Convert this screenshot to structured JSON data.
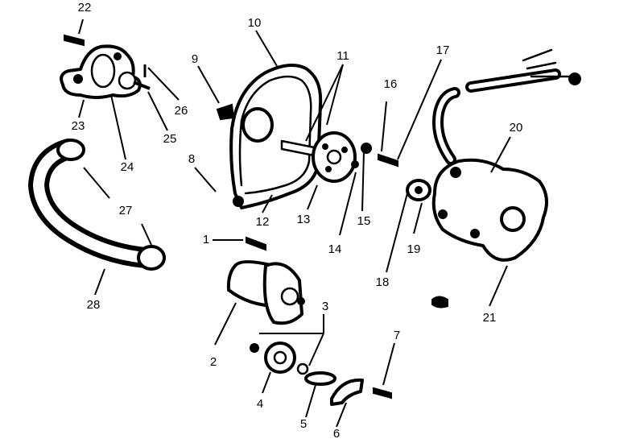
{
  "callouts": [
    "1",
    "2",
    "3",
    "4",
    "5",
    "6",
    "7",
    "8",
    "9",
    "10",
    "11",
    "12",
    "13",
    "14",
    "15",
    "16",
    "17",
    "18",
    "19",
    "20",
    "21",
    "22",
    "23",
    "24",
    "25",
    "26",
    "27",
    "28"
  ],
  "colors": {
    "ink": "#000000",
    "paper": "#ffffff"
  }
}
